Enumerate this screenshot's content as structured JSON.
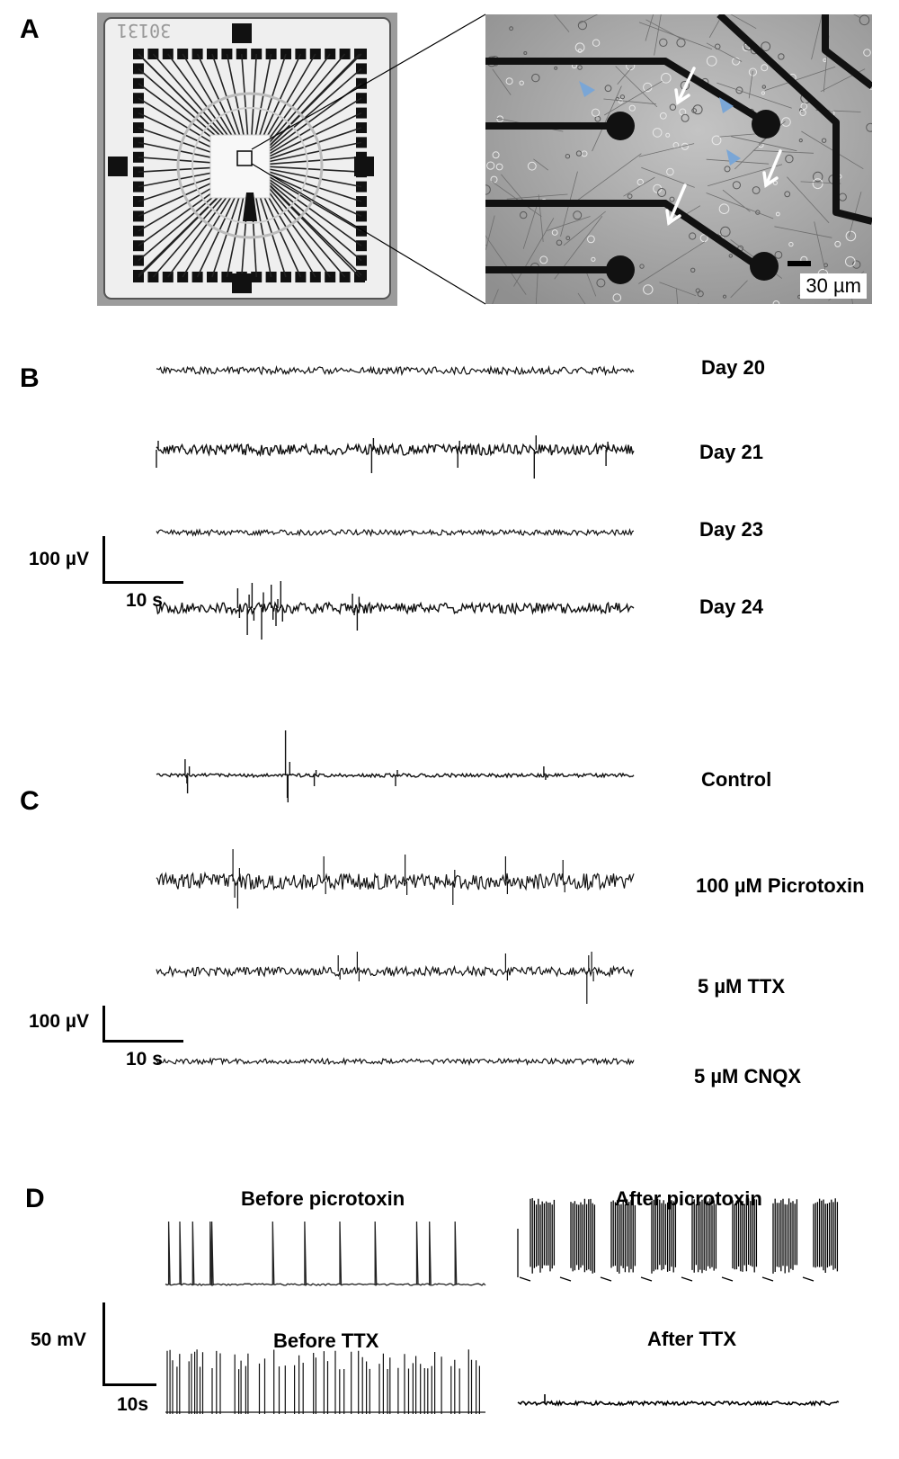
{
  "panels": {
    "a": {
      "letter": "A",
      "chip_number": "30131",
      "scale_bar_label": "30 µm"
    },
    "b": {
      "letter": "B",
      "traces": [
        {
          "label": "Day 20",
          "noise": 4,
          "seed": 11,
          "spikes": []
        },
        {
          "label": "Day 21",
          "noise": 6,
          "seed": 23,
          "spikes": [
            [
              0.0,
              -20
            ],
            [
              0.45,
              -26
            ],
            [
              0.63,
              -20
            ],
            [
              0.79,
              -32
            ],
            [
              0.94,
              -18
            ]
          ]
        },
        {
          "label": "Day 23",
          "noise": 3,
          "seed": 37,
          "spikes": []
        },
        {
          "label": "Day 24",
          "noise": 6,
          "seed": 41,
          "spikes": [
            [
              0.17,
              22
            ],
            [
              0.19,
              -30
            ],
            [
              0.2,
              28
            ],
            [
              0.22,
              -35
            ],
            [
              0.24,
              26
            ],
            [
              0.25,
              -20
            ],
            [
              0.26,
              30
            ],
            [
              0.42,
              -25
            ],
            [
              0.41,
              16
            ]
          ]
        }
      ],
      "scale_bar": {
        "vertical_label": "100 µV",
        "horizontal_label": "10 s"
      }
    },
    "c": {
      "letter": "C",
      "traces": [
        {
          "label": "Control",
          "noise": 2,
          "seed": 53,
          "spikes": [
            [
              0.06,
              18
            ],
            [
              0.065,
              -20
            ],
            [
              0.27,
              50
            ],
            [
              0.275,
              -30
            ],
            [
              0.33,
              -12
            ],
            [
              0.5,
              -12
            ],
            [
              0.81,
              10
            ]
          ]
        },
        {
          "label": "100 µM Picrotoxin",
          "noise": 9,
          "seed": 67,
          "spikes": [
            [
              0.16,
              36
            ],
            [
              0.17,
              -30
            ],
            [
              0.35,
              28
            ],
            [
              0.52,
              30
            ],
            [
              0.62,
              -26
            ],
            [
              0.73,
              28
            ],
            [
              0.85,
              24
            ]
          ]
        },
        {
          "label": "5 µM TTX",
          "noise": 5,
          "seed": 71,
          "spikes": [
            [
              0.38,
              18
            ],
            [
              0.42,
              22
            ],
            [
              0.73,
              20
            ],
            [
              0.9,
              -36
            ],
            [
              0.91,
              22
            ]
          ]
        },
        {
          "label": "5 µM CNQX",
          "noise": 3,
          "seed": 83,
          "spikes": []
        }
      ],
      "scale_bar": {
        "vertical_label": "100 µV",
        "horizontal_label": "10 s"
      }
    },
    "d": {
      "letter": "D",
      "recordings": [
        {
          "title": "Before picrotoxin",
          "type": "sparse",
          "spike_positions": [
            0.01,
            0.045,
            0.085,
            0.14,
            0.145,
            0.335,
            0.435,
            0.545,
            0.655,
            0.785,
            0.825,
            0.905
          ]
        },
        {
          "title": "After picrotoxin",
          "type": "bursts",
          "burst_count": 8
        },
        {
          "title": "Before TTX",
          "type": "dense",
          "seed": 97
        },
        {
          "title": "After TTX",
          "type": "flat"
        }
      ],
      "scale_bar": {
        "vertical_label": "50 mV",
        "horizontal_label": "10s"
      }
    }
  }
}
